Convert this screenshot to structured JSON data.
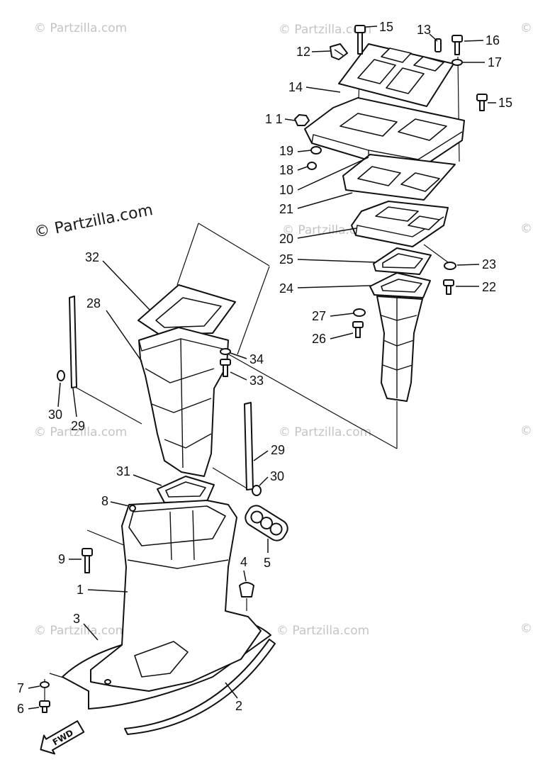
{
  "watermark": {
    "text": "© Partzilla.com",
    "edge_symbol": "©"
  },
  "diagram": {
    "fwd_label": "FWD",
    "callouts": {
      "p15a": "15",
      "p13": "13",
      "p16": "16",
      "p12": "12",
      "p17": "17",
      "p14": "14",
      "p15b": "15",
      "p11": "11",
      "p19": "19",
      "p18": "18",
      "p10": "10",
      "p21": "21",
      "p20": "20",
      "p25": "25",
      "p24": "24",
      "p23": "23",
      "p22": "22",
      "p27": "27",
      "p26": "26",
      "p32": "32",
      "p28": "28",
      "p34": "34",
      "p33": "33",
      "p30a": "30",
      "p29a": "29",
      "p29b": "29",
      "p30b": "30",
      "p31": "31",
      "p8": "8",
      "p5": "5",
      "p9": "9",
      "p4": "4",
      "p1": "1",
      "p3": "3",
      "p7": "7",
      "p6": "6",
      "p2": "2"
    }
  }
}
